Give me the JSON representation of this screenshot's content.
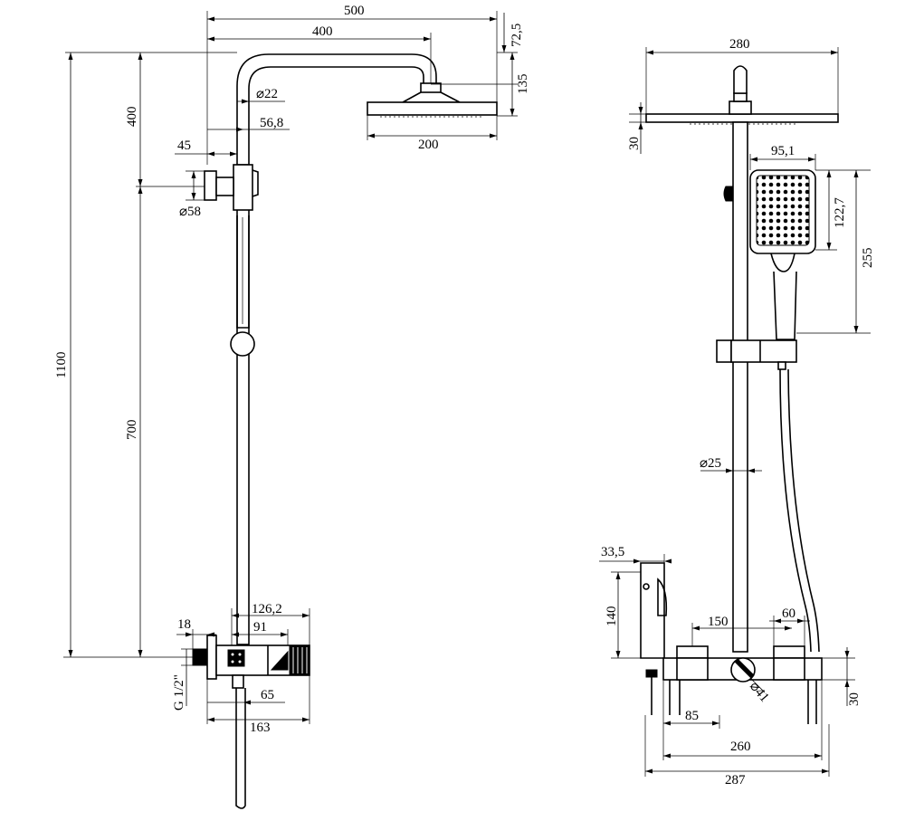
{
  "side_view": {
    "dim_overall_width": "500",
    "dim_arm_length": "400",
    "dim_head_top": "72,5",
    "dim_head_height": "135",
    "dim_upper_section": "400",
    "dim_pipe_diameter": "⌀22",
    "dim_bracket_offset": "56,8",
    "dim_bracket_depth": "45",
    "dim_bracket_diameter": "⌀58",
    "dim_head_width": "200",
    "dim_total_height": "1100",
    "dim_lower_section": "700",
    "dim_mixer_length": "126,2",
    "dim_mixer_body": "91",
    "dim_wall_connector": "18",
    "dim_thread": "G 1/2\"",
    "dim_outlet_offset": "65",
    "dim_mixer_depth": "163"
  },
  "front_view": {
    "dim_head_width": "280",
    "dim_head_thickness": "30",
    "dim_hand_width": "95,1",
    "dim_hand_face": "122,7",
    "dim_hand_total": "255",
    "dim_riser_diameter": "⌀25",
    "dim_holder_depth": "33,5",
    "dim_holder_height": "140",
    "dim_handle_spacing": "150",
    "dim_handle_width": "60",
    "dim_mixer_height": "30",
    "dim_knob_diameter": "⌀41",
    "dim_outlet_offset": "85",
    "dim_centers": "260",
    "dim_total_width": "287"
  }
}
